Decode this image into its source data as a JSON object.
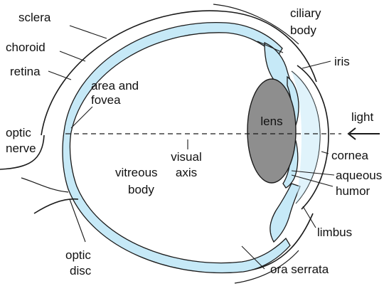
{
  "labels": {
    "sclera": "sclera",
    "choroid": "choroid",
    "retina": "retina",
    "area_and_fovea": [
      "area and",
      "fovea"
    ],
    "optic_nerve": [
      "optic",
      "nerve"
    ],
    "optic_disc": [
      "optic",
      "disc"
    ],
    "vitreous_body": [
      "vitreous",
      "body"
    ],
    "visual_axis": [
      "visual",
      "axis"
    ],
    "lens": "lens",
    "ciliary_body": [
      "ciliary",
      "body"
    ],
    "iris": "iris",
    "light": "light",
    "cornea": "cornea",
    "aqueous_humor": [
      "aqueous",
      "humor"
    ],
    "limbus": "limbus",
    "ora_serrata": "ora serrata"
  },
  "colors": {
    "line": "#1a1a1a",
    "fluid": "#c6e9f7",
    "lens": "#8e8e8e",
    "background": "#ffffff"
  }
}
